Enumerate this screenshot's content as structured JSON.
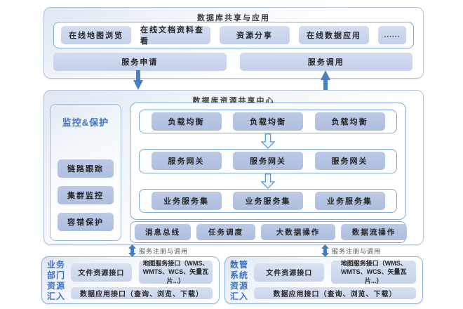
{
  "top": {
    "title": "数据库共享与应用",
    "apps": [
      "在线地图浏览",
      "在线文档资料查看",
      "资源分享",
      "在线数据应用",
      "......"
    ],
    "service_request": "服务申请",
    "service_invoke": "服务调用"
  },
  "center": {
    "title": "数据库资源共享中心",
    "monitor": {
      "title": "监控&保护",
      "items": [
        "链路跟踪",
        "集群监控",
        "容错保护"
      ]
    },
    "rows": [
      {
        "items": [
          "负载均衡",
          "负载均衡",
          "负载均衡"
        ]
      },
      {
        "items": [
          "服务网关",
          "服务网关",
          "服务网关"
        ]
      },
      {
        "items": [
          "业务服务集",
          "业务服务集",
          "业务服务集"
        ]
      }
    ],
    "bus": [
      "消息总线",
      "任务调度",
      "大数据操作",
      "数据流操作"
    ]
  },
  "bridges": [
    {
      "label": "服务注册与调用"
    },
    {
      "label": "服务注册与调用"
    }
  ],
  "bottom": [
    {
      "side_label": "业务部门资源汇入",
      "file_api": "文件资源接口",
      "map_api": "地图服务接口（WMS、WMTS、WCS、矢量瓦片...）",
      "data_api": "数据应用接口（查询、浏览、下载）"
    },
    {
      "side_label": "数管系统资源汇入",
      "file_api": "文件资源接口",
      "map_api": "地图服务接口（WMS、WMTS、WCS、矢量瓦片...）",
      "data_api": "数据应用接口（查询、浏览、下载）"
    }
  ],
  "icons": {
    "down_arrow": "↓",
    "up_arrow": "↑",
    "hollow_down_arrow": "⇩",
    "double_vertical_arrow": "⇕"
  },
  "colors": {
    "accent_blue_text": "#3e72c4",
    "solid_arrow": "#4a80bf",
    "hollow_arrow_stroke": "#5b9bd5",
    "pill_fill": "#b2c1e2",
    "pill_fill_light": "#ccd6ee",
    "container_border": "#82aad6",
    "outer_border": "#b3c2d6"
  }
}
